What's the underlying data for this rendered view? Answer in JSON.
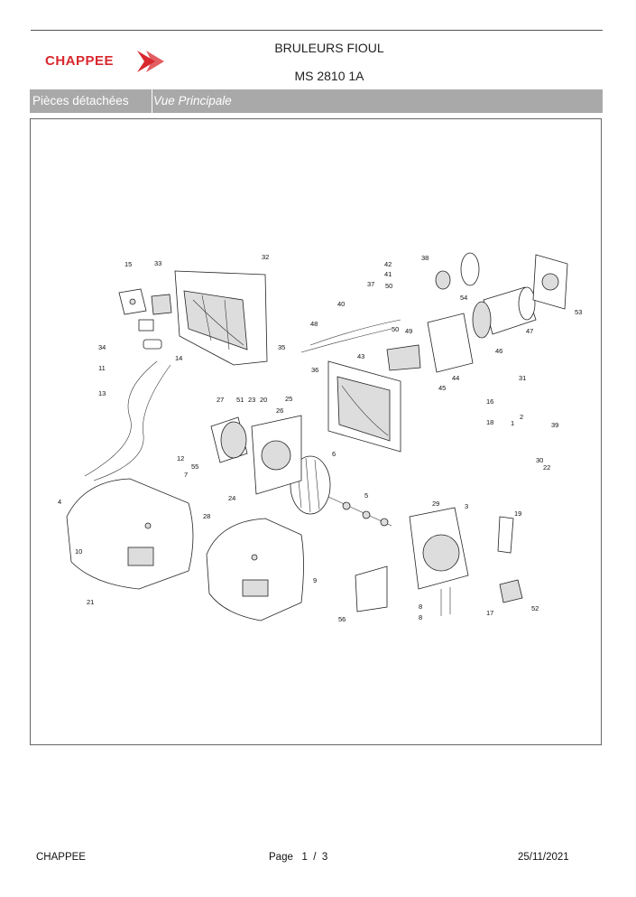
{
  "header": {
    "brand": "CHAPPEE",
    "title_line1": "BRULEURS FIOUL",
    "title_line2": "MS 2810 1A"
  },
  "band": {
    "section": "Pièces détachées",
    "view": "Vue Principale"
  },
  "diagram": {
    "callouts": [
      "15",
      "33",
      "32",
      "42",
      "38",
      "41",
      "37",
      "50",
      "54",
      "53",
      "40",
      "48",
      "50",
      "49",
      "47",
      "34",
      "11",
      "14",
      "35",
      "36",
      "43",
      "46",
      "44",
      "45",
      "31",
      "13",
      "27",
      "51",
      "23",
      "20",
      "25",
      "16",
      "18",
      "1",
      "2",
      "39",
      "26",
      "6",
      "12",
      "55",
      "7",
      "24",
      "28",
      "30",
      "22",
      "5",
      "29",
      "3",
      "19",
      "4",
      "10",
      "21",
      "9",
      "8",
      "8",
      "17",
      "52",
      "56"
    ]
  },
  "footer": {
    "company": "CHAPPEE",
    "page_label": "Page",
    "page_number": "1",
    "page_separator": "/",
    "page_total": "3",
    "date": "25/11/2021"
  },
  "colors": {
    "brand_red": "#d8282e",
    "band_gray": "#a9a9a9"
  }
}
